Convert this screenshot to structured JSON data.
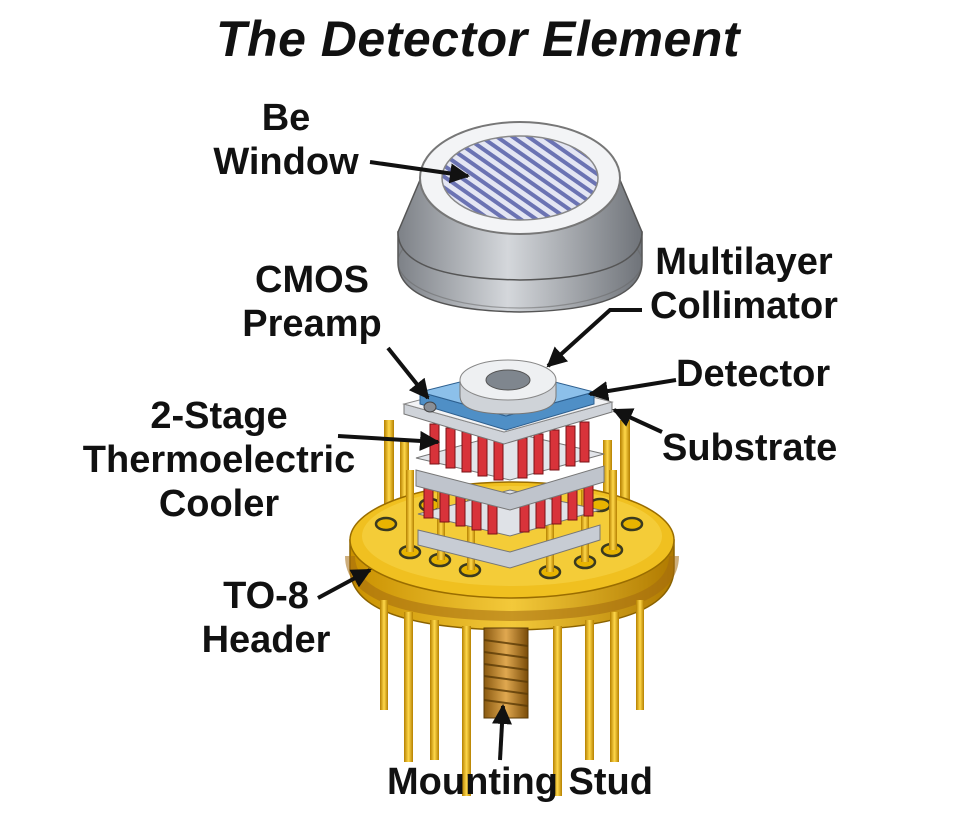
{
  "title": "The Detector Element",
  "labels": {
    "be_window": [
      "Be",
      "Window"
    ],
    "multilayer_collimator": [
      "Multilayer",
      "Collimator"
    ],
    "cmos_preamp": [
      "CMOS",
      "Preamp"
    ],
    "detector": "Detector",
    "substrate": "Substrate",
    "thermoelectric_cooler": [
      "2-Stage",
      "Thermoelectric",
      "Cooler"
    ],
    "to8_header": [
      "TO-8",
      "Header"
    ],
    "mounting_stud": "Mounting Stud"
  },
  "colors": {
    "gold": "#e8b800",
    "gold_dark": "#b07a00",
    "window_grey": "#9ea2a8",
    "detector_blue": "#6ea9d8",
    "cooler_red": "#d8333a"
  }
}
